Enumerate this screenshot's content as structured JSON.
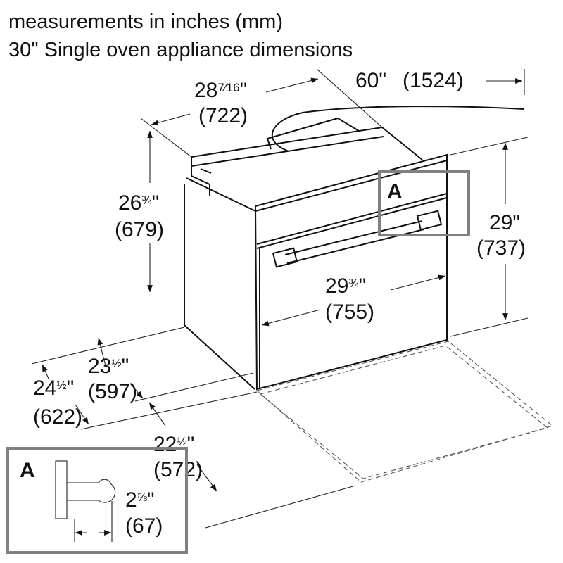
{
  "header": {
    "line1": "measurements in inches (mm)",
    "line2": "30\" Single oven appliance dimensions"
  },
  "dimensions": {
    "depth_total": {
      "inch": "28",
      "fraction": "7⁄16",
      "mark": "\"",
      "mm": "(722)"
    },
    "cord": {
      "inch": "60\"",
      "mm": "(1524)"
    },
    "height_cutout": {
      "inch": "26",
      "fraction": "¾",
      "mark": "\"",
      "mm": "(679)"
    },
    "height": {
      "inch": "29\"",
      "mm": "(737)"
    },
    "width": {
      "inch": "29",
      "fraction": "¾",
      "mark": "\"",
      "mm": "(755)"
    },
    "depth_body": {
      "inch": "23",
      "fraction": "½",
      "mark": "\"",
      "mm": "(597)"
    },
    "depth_overall": {
      "inch": "24",
      "fraction": "½",
      "mark": "\"",
      "mm": "(622)"
    },
    "door_clearance": {
      "inch": "22",
      "fraction": "½",
      "mark": "\"",
      "mm": "(572)"
    }
  },
  "callout": {
    "label": "A",
    "detail_label": "A",
    "handle_depth": {
      "inch": "2",
      "fraction": "⅝",
      "mark": "\"",
      "mm": "(67)"
    }
  },
  "colors": {
    "line": "#111111",
    "callout_frame": "#808080"
  }
}
